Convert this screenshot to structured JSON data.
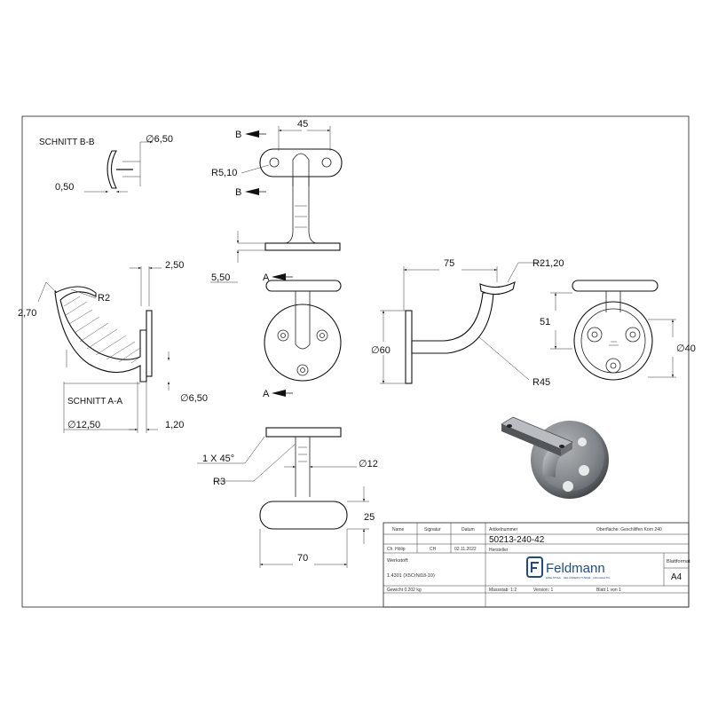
{
  "section_bb": {
    "title": "SCHNITT B-B",
    "dia": "∅6,50",
    "dim": "0,50"
  },
  "section_aa": {
    "title": "SCHNITT A-A",
    "r": "R2",
    "d270": "2,70",
    "d250": "2,50",
    "dia650": "∅6,50",
    "dia1250": "∅12,50",
    "d120": "1,20"
  },
  "top_view": {
    "width": "45",
    "radius": "R5,10",
    "b_upper": "B",
    "b_lower": "B",
    "thickness": "5,50"
  },
  "front_view": {
    "a_upper": "A",
    "a_lower": "A"
  },
  "side_view": {
    "width": "75",
    "radius_top": "R21,20",
    "dia60": "∅60",
    "radius_bend": "R45"
  },
  "end_view": {
    "height": "51",
    "dia40": "∅40"
  },
  "bottom_view": {
    "chamfer": "1 X 45°",
    "radius": "R3",
    "dia12": "∅12",
    "height": "25",
    "width": "70"
  },
  "title_block": {
    "header": [
      "Name",
      "Signatur",
      "Datum"
    ],
    "row": [
      "Ch. Hölip",
      "CH",
      "02.11.2022"
    ],
    "artikel_label": "Artikelnummer",
    "artikel": "50213-240-42",
    "oberflaeche": "Oberfläche: Geschliffen Korn 240",
    "werkstoff_label": "Werkstoff:",
    "werkstoff": "1.4301 (X5CrNi18-10)",
    "hersteller_label": "Hersteller",
    "brand": "Feldmann",
    "brand_sub": "EDELSTAHL · GELÄNDERSYSTEME · NACHHALTIG",
    "blattformat_label": "Blattformat",
    "blattformat": "A4",
    "gewicht": "Gewicht 0.202 kg",
    "massstab": "Massstab: 1:2",
    "version": "Version: 1",
    "blatt": "Blatt 1 von 1"
  },
  "colors": {
    "brand": "#1f4a8a",
    "line": "#111111"
  }
}
